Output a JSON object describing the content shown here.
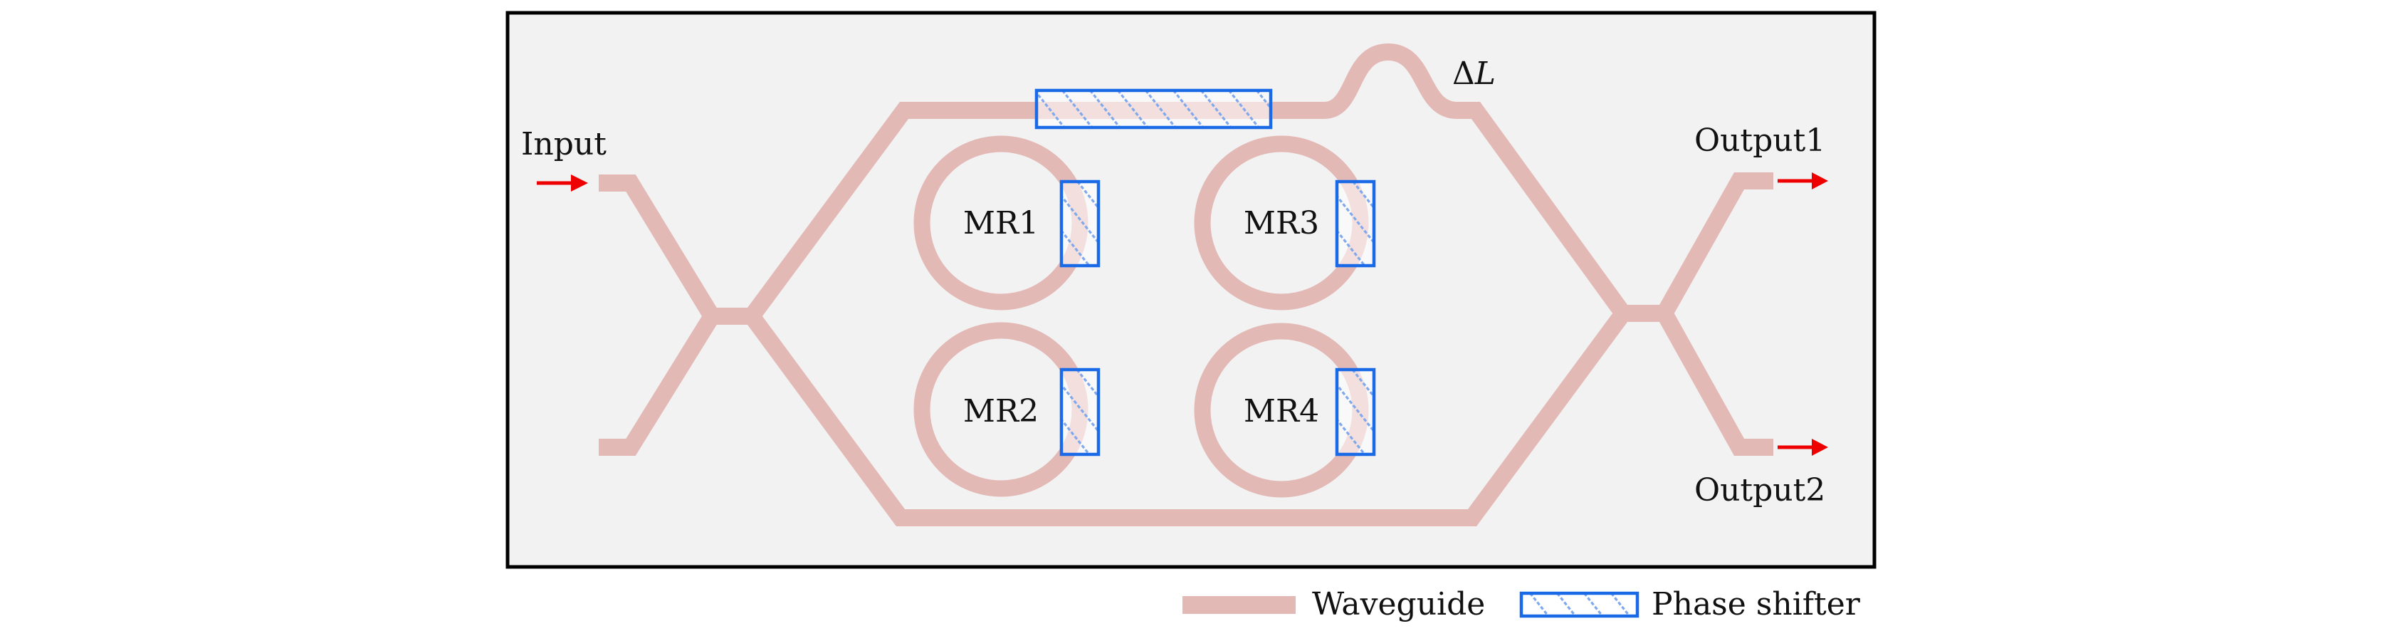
{
  "diagram": {
    "title": "Mach-Zehnder interferometer with micro-ring resonators",
    "colors": {
      "waveguide": "#e3b9b6",
      "phase_shifter_border": "#1a6ae8",
      "phase_shifter_hatch": "#7fa9ec",
      "arrow": "#ee0000",
      "panel_background": "#f2f2f2",
      "panel_border": "#000000"
    },
    "labels": {
      "input": "Input",
      "output1": "Output1",
      "output2": "Output2",
      "delta_l_symbol": "Δ",
      "delta_l_var": "L"
    },
    "rings": [
      {
        "id": "MR1",
        "label": "MR1",
        "has_phase_shifter": true
      },
      {
        "id": "MR2",
        "label": "MR2",
        "has_phase_shifter": true
      },
      {
        "id": "MR3",
        "label": "MR3",
        "has_phase_shifter": true
      },
      {
        "id": "MR4",
        "label": "MR4",
        "has_phase_shifter": true
      }
    ],
    "components": {
      "upper_arm_phase_shifter": true,
      "delta_l_delay_line": true,
      "input_coupler": "2x2",
      "output_coupler": "2x2"
    }
  },
  "legend": {
    "items": [
      {
        "name": "waveguide",
        "label": "Waveguide"
      },
      {
        "name": "phase-shifter",
        "label": "Phase shifter"
      }
    ]
  }
}
